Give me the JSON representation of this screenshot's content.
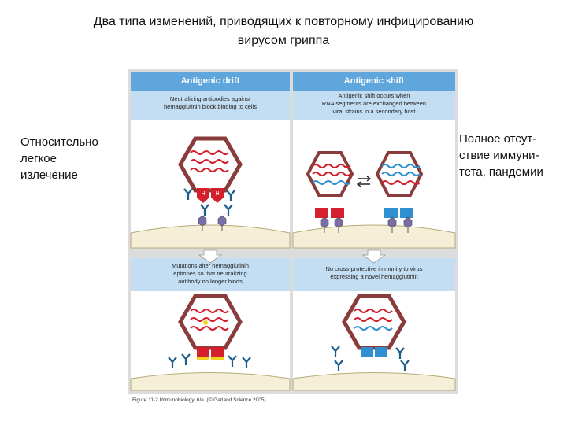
{
  "title": {
    "line1": "Два типа изменений, приводящих к повторному инфицированию",
    "line2": "вирусом гриппа"
  },
  "left_label": {
    "line1": "Относительно",
    "line2": "легкое",
    "line3": "излечение"
  },
  "right_label": {
    "line1": "Полное отсут-",
    "line2": "ствие иммуни-",
    "line3": "тета, пандемии"
  },
  "panels": {
    "drift": {
      "header": "Antigenic drift",
      "desc": [
        "Neutralizing antibodies against",
        "hemagglutinin block binding to cells"
      ],
      "hlabels": [
        "H",
        "H"
      ]
    },
    "shift": {
      "header": "Antigenic shift",
      "desc": [
        "Antigenic shift occurs when",
        "RNA segments are exchanged between",
        "viral strains in a secondary host"
      ]
    },
    "drift_result": {
      "desc": [
        "Mutations alter hemagglutinin",
        "epitopes so that neutralizing",
        "antibody no longer binds"
      ]
    },
    "shift_result": {
      "desc": [
        "No cross-protective immunity to virus",
        "expressing a novel hemagglutinin"
      ]
    }
  },
  "caption": "Figure 11-2 Immunobiology, 6/e. (© Garland Science 2005)",
  "colors": {
    "header": "#5fa6dc",
    "desc_bg": "#c3ddf2",
    "red": "#d4202c",
    "blue": "#2f8fd0",
    "hex_stroke": "#8a3b3b",
    "cell": "#f4efd6"
  }
}
